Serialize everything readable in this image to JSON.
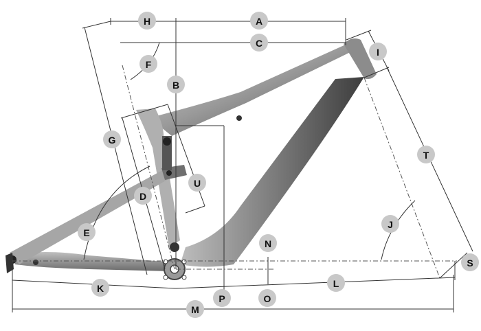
{
  "diagram": {
    "type": "bicycle-frame-geometry",
    "labels": [
      "A",
      "B",
      "C",
      "D",
      "E",
      "F",
      "G",
      "H",
      "I",
      "J",
      "K",
      "L",
      "M",
      "N",
      "O",
      "P",
      "S",
      "T",
      "U"
    ]
  }
}
